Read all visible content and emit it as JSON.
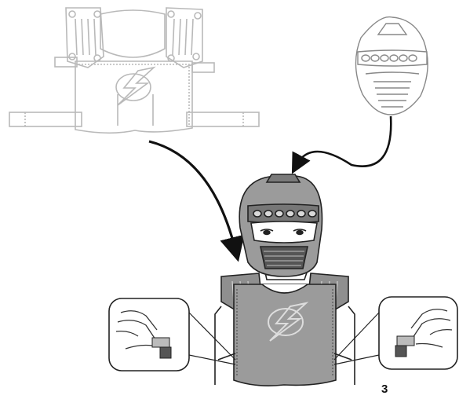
{
  "page": {
    "number": "3"
  },
  "colors": {
    "light_line": "#b9b9b9",
    "dark_line": "#222222",
    "fill_grey": "#9b9b9b",
    "dark_grey": "#6e6e6e",
    "arrow": "#111111"
  },
  "illustrations": [
    "vest-outline-icon",
    "helmet-outline-icon",
    "child-wearing-costume",
    "strap-detail-left",
    "strap-detail-right"
  ]
}
